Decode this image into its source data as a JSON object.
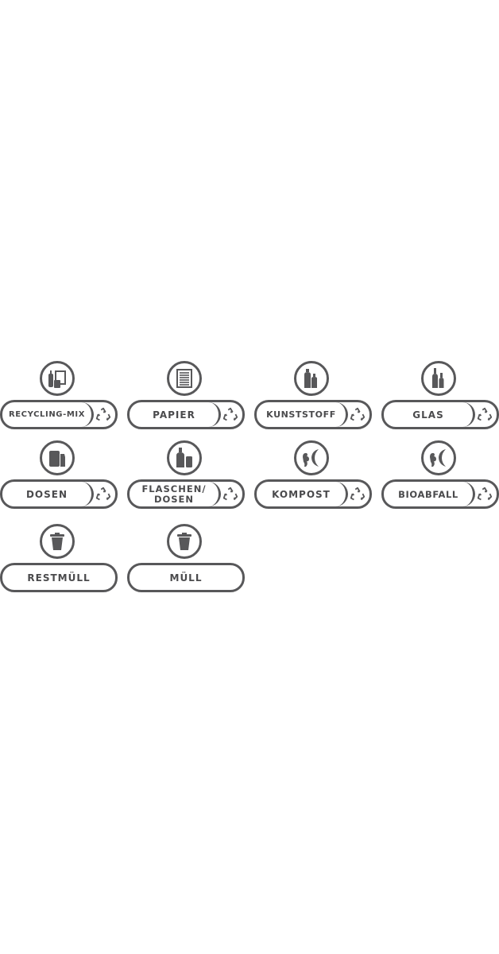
{
  "labels": [
    {
      "id": "recycling-mix",
      "text": "RECYCLING-MIX",
      "icon": "mixed-recycling-icon",
      "recycle": true
    },
    {
      "id": "papier",
      "text": "PAPIER",
      "icon": "paper-icon",
      "recycle": true
    },
    {
      "id": "kunststoff",
      "text": "KUNSTSTOFF",
      "icon": "plastic-bottles-icon",
      "recycle": true
    },
    {
      "id": "glas",
      "text": "GLAS",
      "icon": "glass-bottles-icon",
      "recycle": true
    },
    {
      "id": "dosen",
      "text": "DOSEN",
      "icon": "cans-icon",
      "recycle": true
    },
    {
      "id": "flaschen-dosen",
      "text": "FLASCHEN/\nDOSEN",
      "icon": "bottle-can-icon",
      "recycle": true
    },
    {
      "id": "kompost",
      "text": "KOMPOST",
      "icon": "compost-icon",
      "recycle": true
    },
    {
      "id": "bioabfall",
      "text": "BIOABFALL",
      "icon": "compost-icon",
      "recycle": true
    },
    {
      "id": "restmuell",
      "text": "RESTMÜLL",
      "icon": "trash-can-icon",
      "recycle": false
    },
    {
      "id": "muell",
      "text": "MÜLL",
      "icon": "trash-can-icon",
      "recycle": false
    }
  ],
  "colors": {
    "stroke": "#58585a",
    "text": "#4a4a4c",
    "icon": "#58585a"
  }
}
